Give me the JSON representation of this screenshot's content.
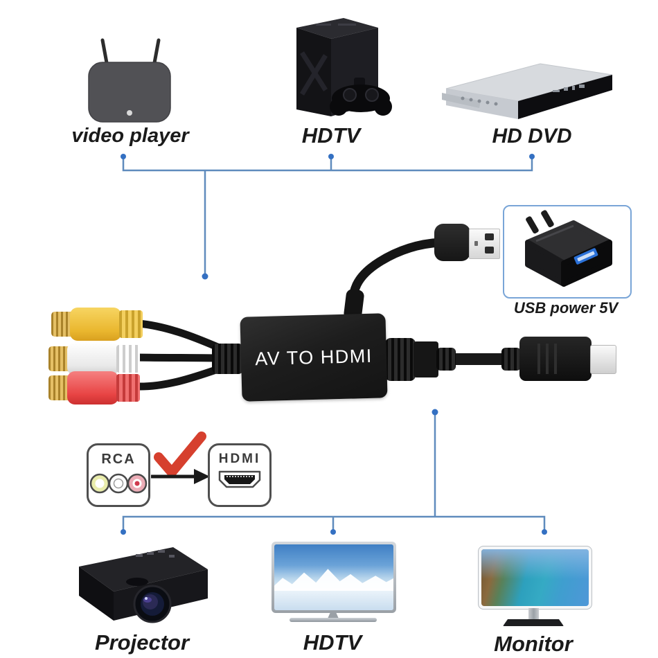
{
  "diagram": {
    "description": "AV to HDMI converter connection diagram"
  },
  "sources": {
    "items": [
      {
        "id": "video-player",
        "label": "video player"
      },
      {
        "id": "hdtv-source",
        "label": "HDTV"
      },
      {
        "id": "hd-dvd",
        "label": "HD DVD"
      }
    ]
  },
  "converter": {
    "label": "AV TO HDMI"
  },
  "power_adapter": {
    "label": "USB power 5V"
  },
  "conversion_badge": {
    "rca_label": "RCA",
    "hdmi_label": "HDMI",
    "check_icon": "red-checkmark",
    "arrow_icon": "right-arrow"
  },
  "outputs": {
    "items": [
      {
        "id": "projector",
        "label": "Projector"
      },
      {
        "id": "hdtv-display",
        "label": "HDTV"
      },
      {
        "id": "monitor",
        "label": "Monitor"
      }
    ]
  },
  "colors": {
    "connector_line": "#5f8bbd",
    "connector_dot": "#3470c2",
    "label_text": "#1a1a1a",
    "rca_yellow": "#f0c23f",
    "rca_white": "#f2f2f2",
    "rca_red": "#e8504e",
    "check_red": "#d6402e",
    "power_box_border": "#79a5d7",
    "usb_port_blue": "#2b71d8"
  }
}
